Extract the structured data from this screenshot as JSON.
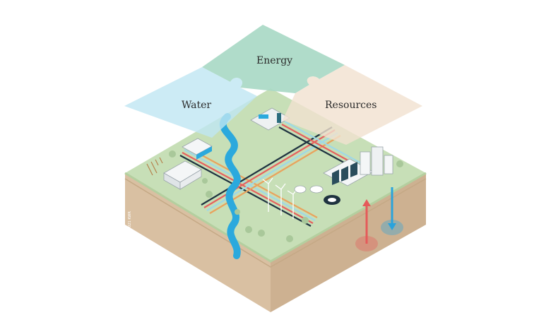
{
  "puzzle": {
    "water": {
      "label": "Water",
      "color": "#bfe6f3"
    },
    "energy": {
      "label": "Energy",
      "color": "#a9d9c6"
    },
    "resources": {
      "label": "Resources",
      "color": "#f1e1cf"
    }
  },
  "copyright": "©2021 KWR",
  "colors": {
    "grass": "#c7dfb7",
    "soil": "#d9c0a2",
    "soil_dark": "#cdb191",
    "river": "#2ba9dd",
    "pipe_dark": "#1f3340",
    "pipe_red": "#e6625f",
    "pipe_cyan": "#9fd8e6",
    "pipe_orange": "#e9a35d",
    "hot_arrow": "#e55a5a",
    "cold_arrow": "#2aa3dc"
  }
}
